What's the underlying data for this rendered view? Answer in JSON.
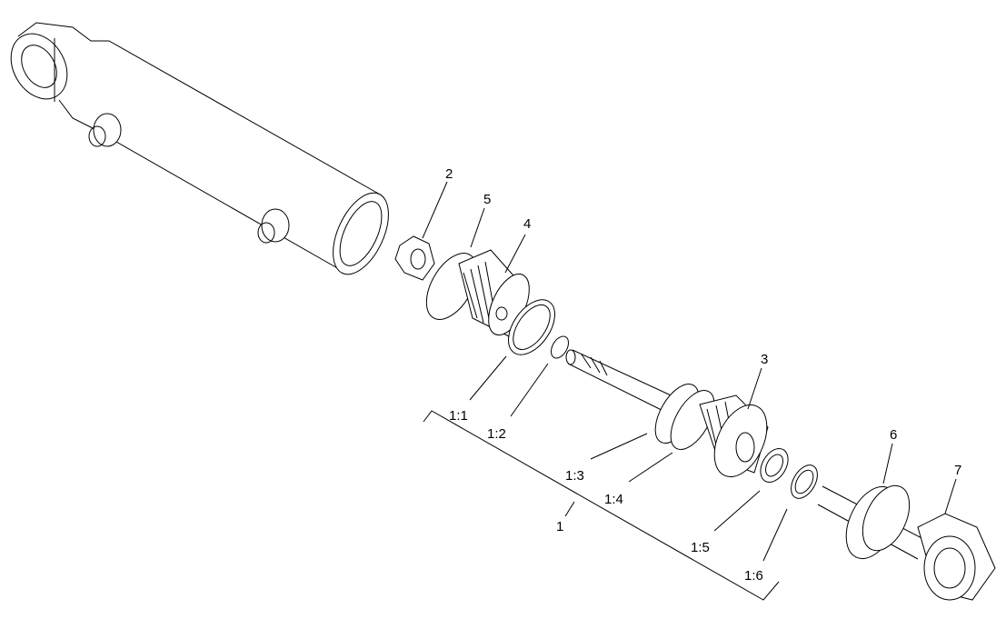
{
  "diagram": {
    "line_color": "#000000",
    "background": "#ffffff",
    "callouts": {
      "c2": "2",
      "c5": "5",
      "c4": "4",
      "c3": "3",
      "c6": "6",
      "c7": "7",
      "c1": "1",
      "c1_1": "1:1",
      "c1_2": "1:2",
      "c1_3": "1:3",
      "c1_4": "1:4",
      "c1_5": "1:5",
      "c1_6": "1:6"
    }
  }
}
